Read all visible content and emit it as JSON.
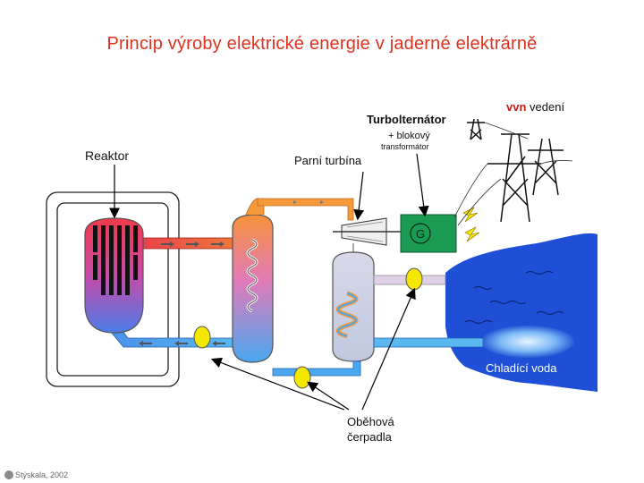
{
  "title": "Princip výroby elektrické energie v jaderné  elektrárně",
  "labels": {
    "reaktor": "Reaktor",
    "parni_turbina": "Parní turbína",
    "turbogenerator": "Turbolternátor",
    "blokovy": "+ blokový",
    "transformator": "transformátor",
    "vvn": "vvn",
    "vedeni": " vedení",
    "chladici_voda": "Chladící voda",
    "obehova_line1": "Oběhová",
    "obehova_line2": "čerpadla",
    "generator_symbol": "G"
  },
  "author": "Stýskala, 2002",
  "colors": {
    "title": "#e0301e",
    "primary_loop": "#e8484a",
    "steam": "#f59a3a",
    "cold_loop": "#3aa0e8",
    "water": "#1f4fd6",
    "generator": "#1a9a52",
    "pump": "#f5e800"
  }
}
